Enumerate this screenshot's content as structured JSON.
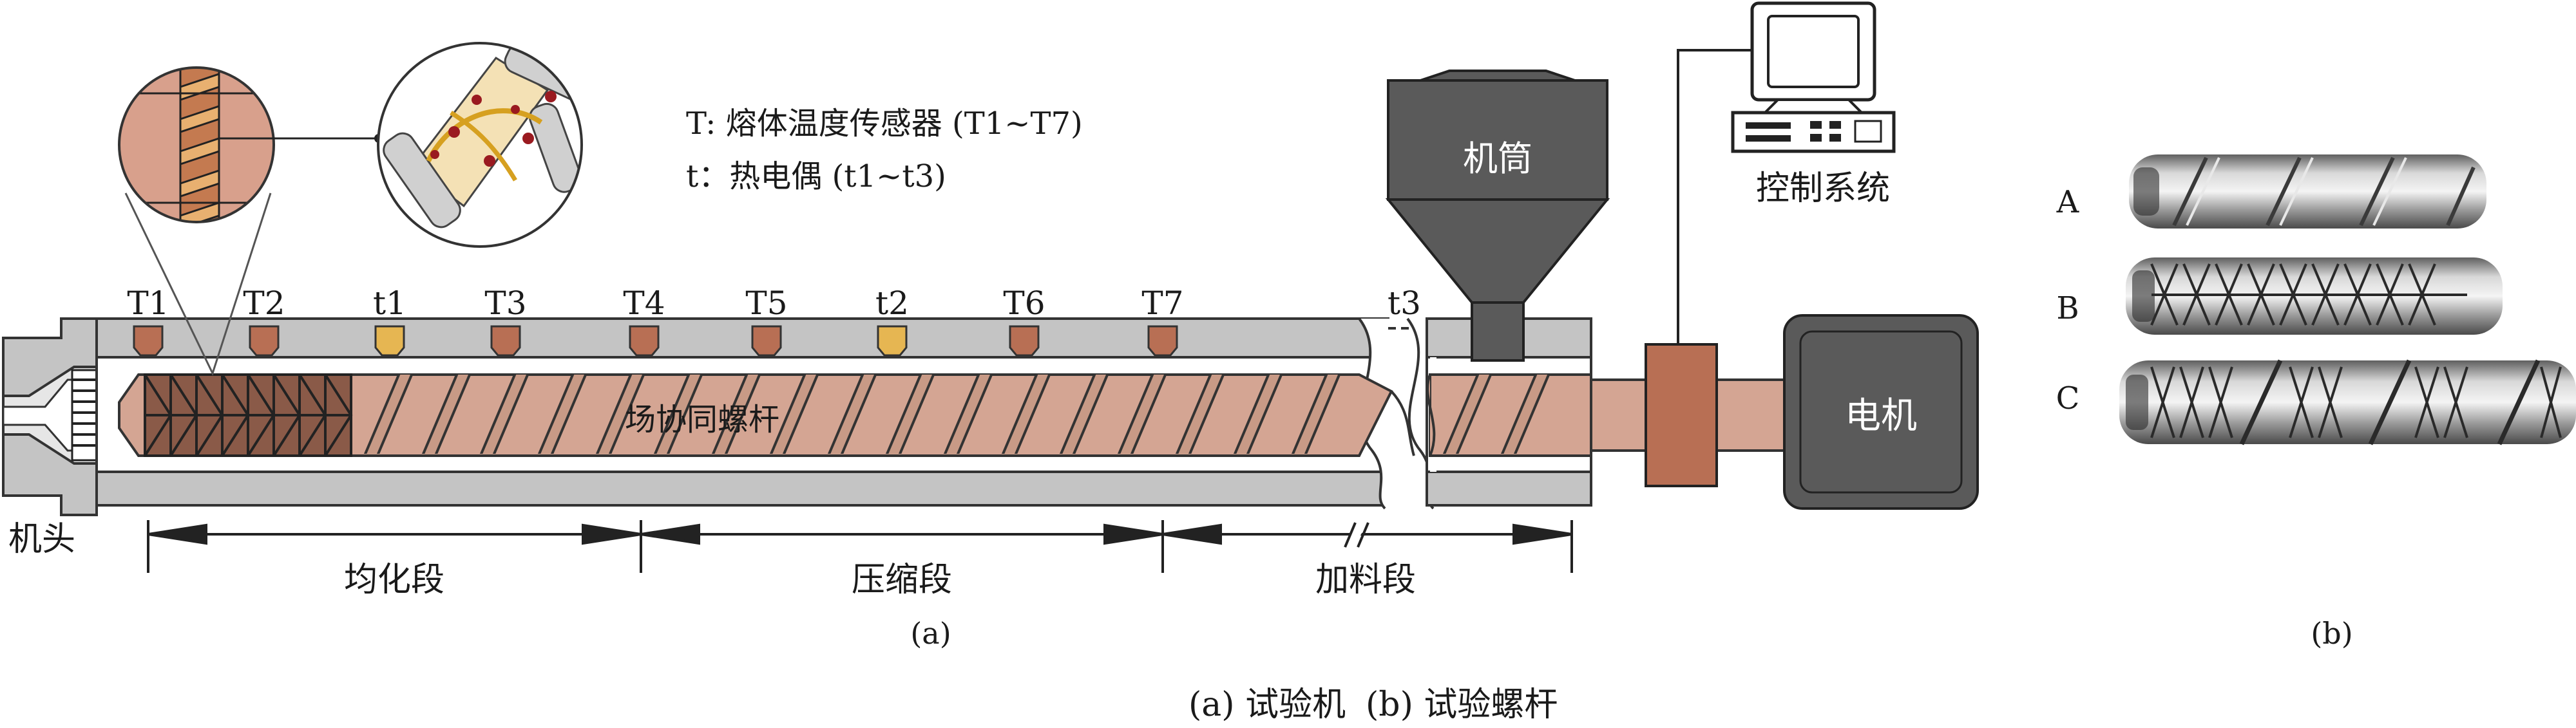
{
  "legend": {
    "line1": "T: 熔体温度传感器 (T1~T7)",
    "line2": "t：热电偶 (t1~t3)"
  },
  "sensors": [
    {
      "label": "T1",
      "kind": "T"
    },
    {
      "label": "T2",
      "kind": "T"
    },
    {
      "label": "t1",
      "kind": "t"
    },
    {
      "label": "T3",
      "kind": "T"
    },
    {
      "label": "T4",
      "kind": "T"
    },
    {
      "label": "T5",
      "kind": "T"
    },
    {
      "label": "t2",
      "kind": "t"
    },
    {
      "label": "T6",
      "kind": "T"
    },
    {
      "label": "T7",
      "kind": "T"
    },
    {
      "label": "t3",
      "kind": "t"
    }
  ],
  "components": {
    "hopper": "机筒",
    "control": "控制系统",
    "motor": "电机",
    "screw": "场协同螺杆",
    "die": "机头"
  },
  "sections": {
    "homogenizing": "均化段",
    "compression": "压缩段",
    "feeding": "加料段"
  },
  "panel_a_label": "(a)",
  "panel_b_label": "(b)",
  "screws": [
    "A",
    "B",
    "C"
  ],
  "caption": {
    "a": "(a) 试验机",
    "b": "(b) 试验螺杆"
  },
  "colors": {
    "barrel": "#c4c4c4",
    "screw": "#d4a593",
    "sensor_T": "#b86f54",
    "sensor_t": "#e6b652",
    "dark": "#5a5a5a"
  }
}
